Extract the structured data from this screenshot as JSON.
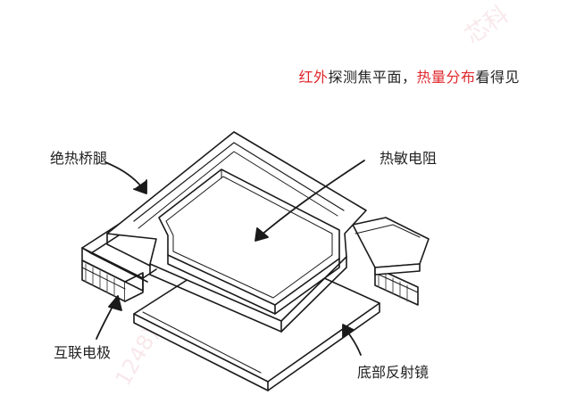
{
  "title": {
    "part1": "红外",
    "part2": "探测焦平面，",
    "part3": "热量分布",
    "part4": "看得见",
    "highlight_color": "#e0282e"
  },
  "labels": {
    "leg": "绝热桥腿",
    "thermistor": "热敏电阻",
    "electrode": "互联电极",
    "reflector": "底部反射镜"
  },
  "watermarks": {
    "top": "芯科",
    "bottom": "1248)"
  }
}
